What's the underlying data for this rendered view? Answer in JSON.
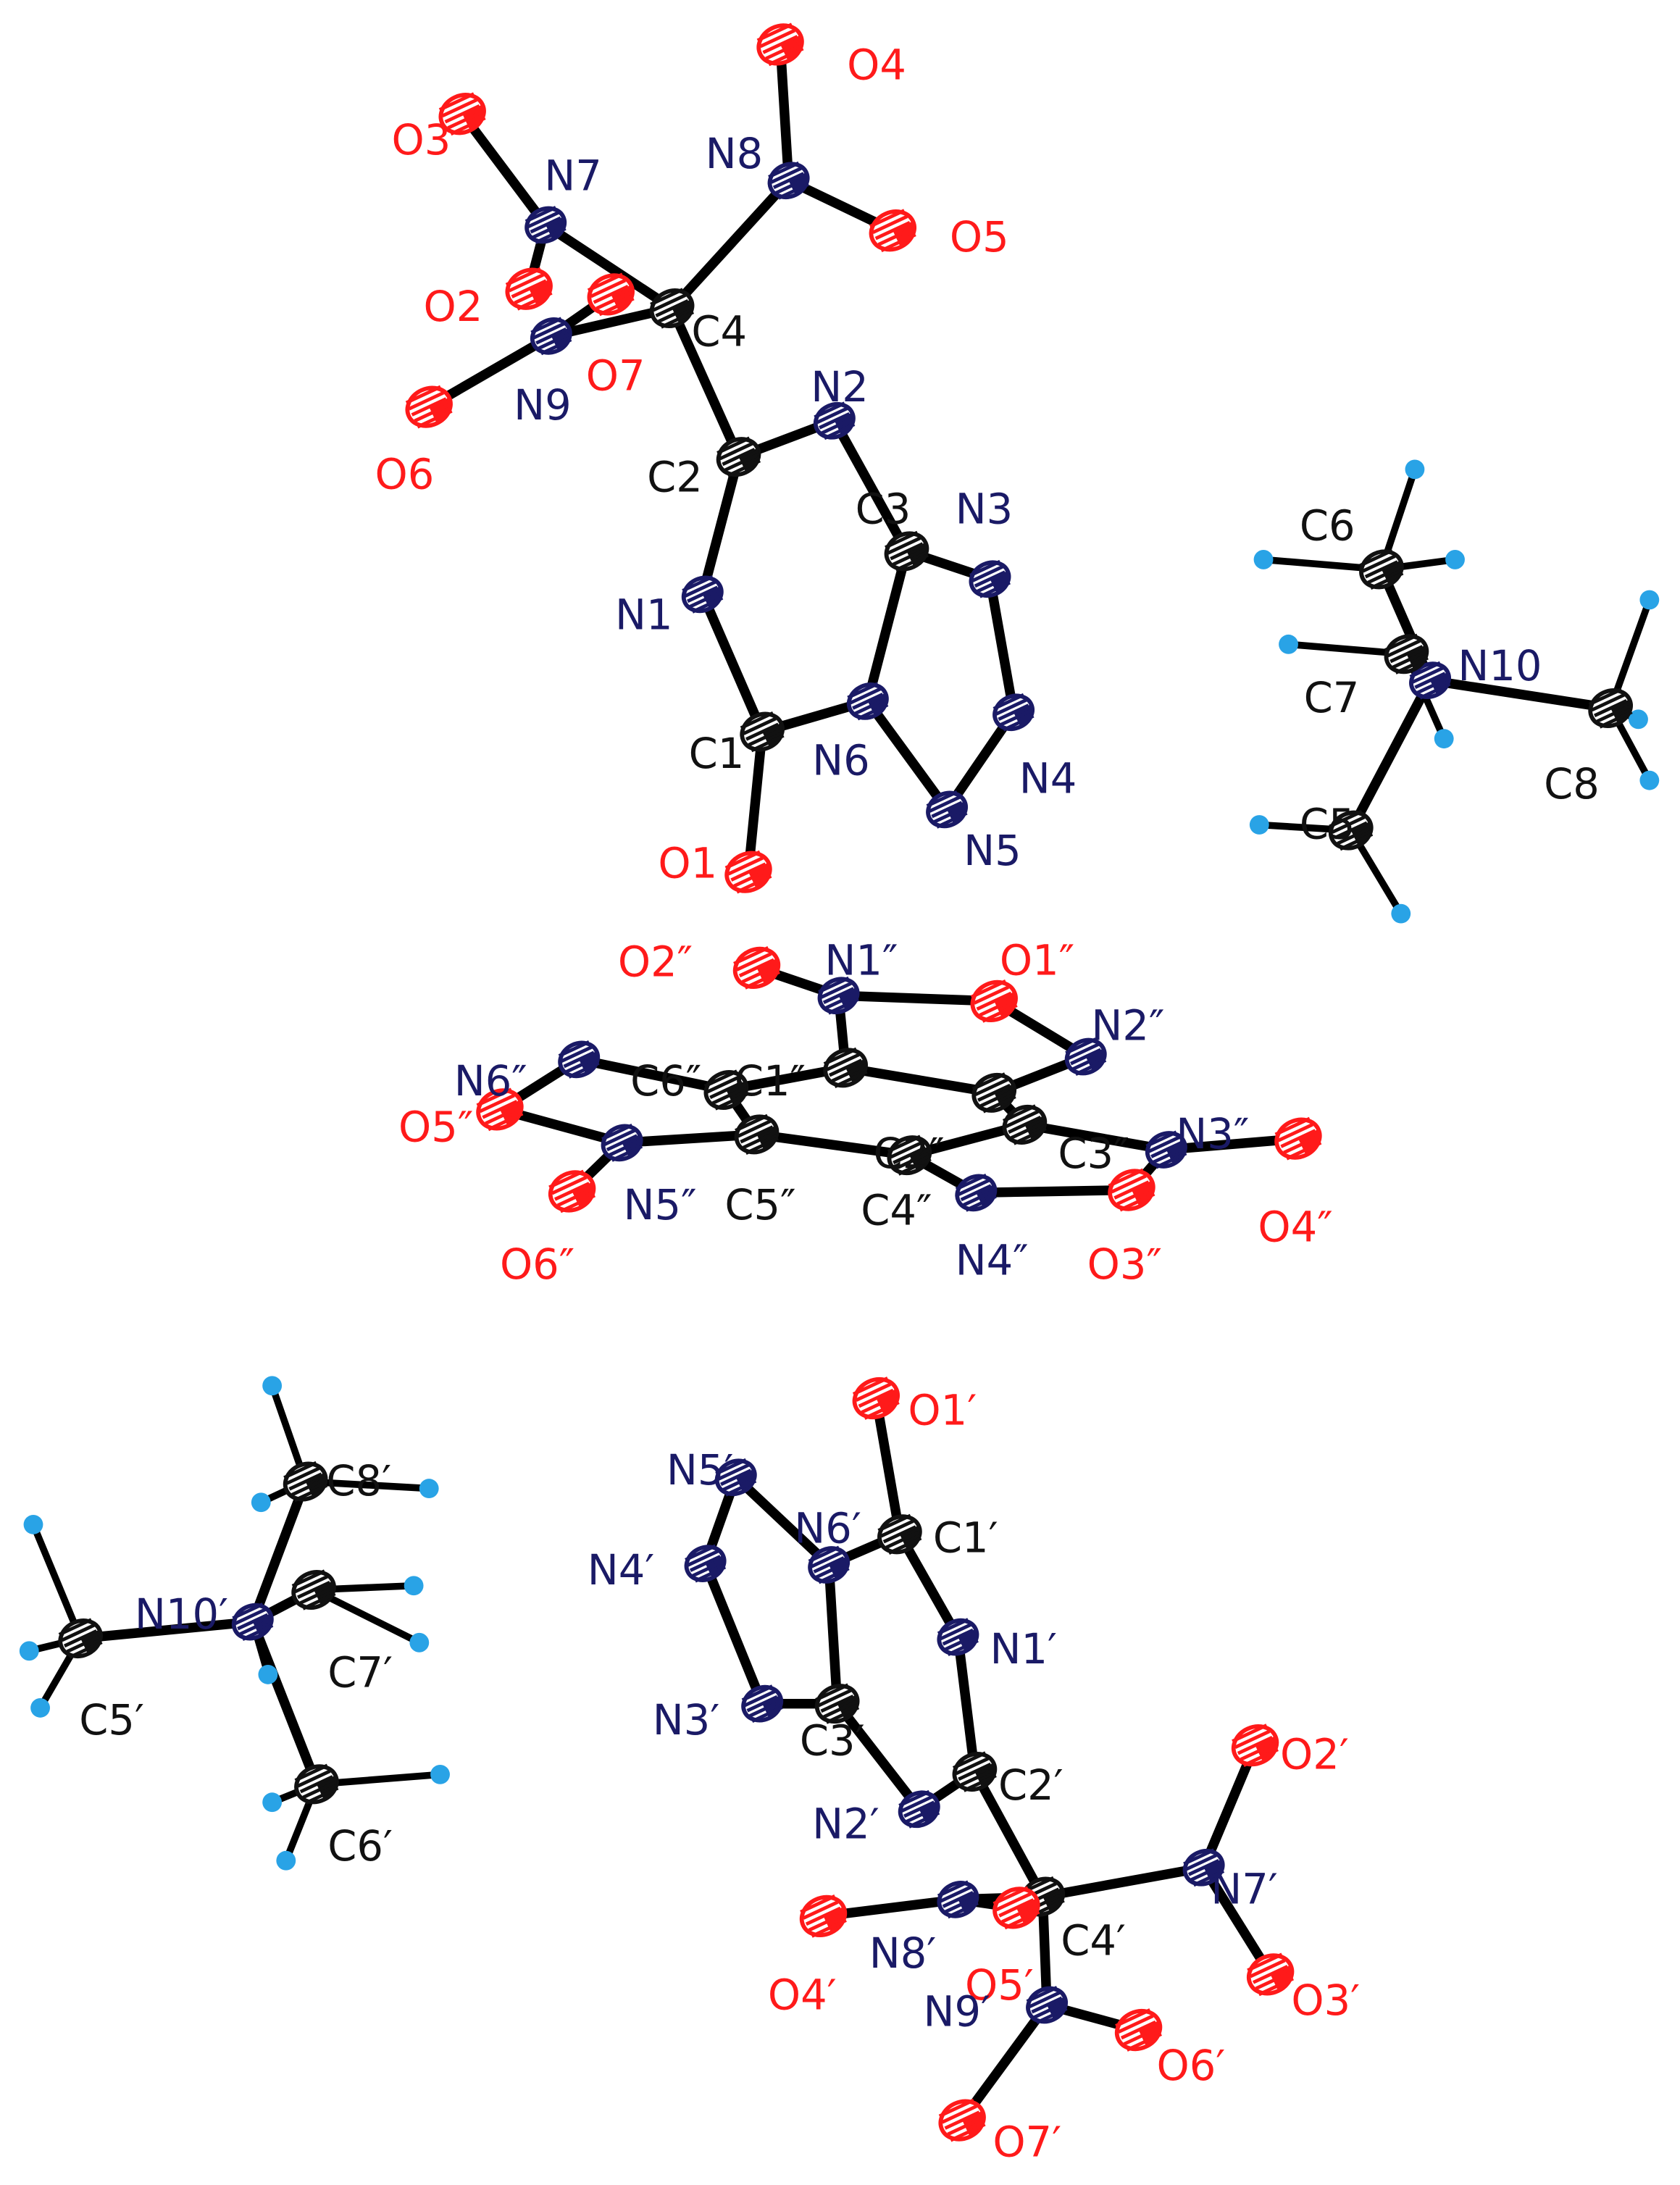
{
  "colors": {
    "oxygen": "#ff1a1a",
    "nitrogen": "#1a1a66",
    "carbon": "#111111",
    "hydrogen": "#29a3e6",
    "bond": "#000000"
  },
  "atoms": [
    {
      "id": "O4",
      "el": "O"
    },
    {
      "id": "O3",
      "el": "O"
    },
    {
      "id": "N8",
      "el": "N"
    },
    {
      "id": "N7",
      "el": "N"
    },
    {
      "id": "O5",
      "el": "O"
    },
    {
      "id": "O2",
      "el": "O"
    },
    {
      "id": "O7",
      "el": "O"
    },
    {
      "id": "C4",
      "el": "C"
    },
    {
      "id": "N9",
      "el": "N"
    },
    {
      "id": "O6",
      "el": "O"
    },
    {
      "id": "N2",
      "el": "N"
    },
    {
      "id": "C2",
      "el": "C"
    },
    {
      "id": "C3",
      "el": "C"
    },
    {
      "id": "N3",
      "el": "N"
    },
    {
      "id": "N1",
      "el": "N"
    },
    {
      "id": "C1",
      "el": "C"
    },
    {
      "id": "N6",
      "el": "N"
    },
    {
      "id": "N4",
      "el": "N"
    },
    {
      "id": "N5",
      "el": "N"
    },
    {
      "id": "O1",
      "el": "O"
    },
    {
      "id": "C6",
      "el": "C"
    },
    {
      "id": "N10",
      "el": "N"
    },
    {
      "id": "C7",
      "el": "C"
    },
    {
      "id": "C8",
      "el": "C"
    },
    {
      "id": "C5",
      "el": "C"
    },
    {
      "id": "O2″",
      "el": "O"
    },
    {
      "id": "N1″",
      "el": "N"
    },
    {
      "id": "O1″",
      "el": "O"
    },
    {
      "id": "N2″",
      "el": "N"
    },
    {
      "id": "N6″",
      "el": "N"
    },
    {
      "id": "C6″",
      "el": "C"
    },
    {
      "id": "C1″",
      "el": "C"
    },
    {
      "id": "O5″",
      "el": "O"
    },
    {
      "id": "C2″",
      "el": "C"
    },
    {
      "id": "C3″",
      "el": "C"
    },
    {
      "id": "N3″",
      "el": "N"
    },
    {
      "id": "O4″",
      "el": "O"
    },
    {
      "id": "N5″",
      "el": "N"
    },
    {
      "id": "C5″",
      "el": "C"
    },
    {
      "id": "C4″",
      "el": "C"
    },
    {
      "id": "N4″",
      "el": "N"
    },
    {
      "id": "O3″",
      "el": "O"
    },
    {
      "id": "O6″",
      "el": "O"
    },
    {
      "id": "O1′",
      "el": "O"
    },
    {
      "id": "N5′",
      "el": "N"
    },
    {
      "id": "C8′",
      "el": "C"
    },
    {
      "id": "N6′",
      "el": "N"
    },
    {
      "id": "C1′",
      "el": "C"
    },
    {
      "id": "N4′",
      "el": "N"
    },
    {
      "id": "N10′",
      "el": "N"
    },
    {
      "id": "C7′",
      "el": "C"
    },
    {
      "id": "N1′",
      "el": "N"
    },
    {
      "id": "C5′",
      "el": "C"
    },
    {
      "id": "N3′",
      "el": "N"
    },
    {
      "id": "C3′",
      "el": "C"
    },
    {
      "id": "C2′",
      "el": "C"
    },
    {
      "id": "O2′",
      "el": "O"
    },
    {
      "id": "C6′",
      "el": "C"
    },
    {
      "id": "N2′",
      "el": "N"
    },
    {
      "id": "N7′",
      "el": "N"
    },
    {
      "id": "C4′",
      "el": "C"
    },
    {
      "id": "N8′",
      "el": "N"
    },
    {
      "id": "O5′",
      "el": "O"
    },
    {
      "id": "O4′",
      "el": "O"
    },
    {
      "id": "O3′",
      "el": "O"
    },
    {
      "id": "N9′",
      "el": "N"
    },
    {
      "id": "O6′",
      "el": "O"
    },
    {
      "id": "O7′",
      "el": "O"
    }
  ],
  "bonds": [
    [
      "O4",
      "N8"
    ],
    [
      "N8",
      "O5"
    ],
    [
      "N8",
      "C4"
    ],
    [
      "O3",
      "N7"
    ],
    [
      "N7",
      "O2"
    ],
    [
      "N7",
      "C4"
    ],
    [
      "C4",
      "N9"
    ],
    [
      "N9",
      "O6"
    ],
    [
      "N9",
      "O7"
    ],
    [
      "C4",
      "C2"
    ],
    [
      "C2",
      "N2"
    ],
    [
      "C2",
      "N1"
    ],
    [
      "N2",
      "C3"
    ],
    [
      "C3",
      "N3"
    ],
    [
      "C3",
      "N6"
    ],
    [
      "N3",
      "N4"
    ],
    [
      "N4",
      "N5"
    ],
    [
      "N5",
      "N6"
    ],
    [
      "N6",
      "C1"
    ],
    [
      "C1",
      "N1"
    ],
    [
      "C1",
      "O1"
    ],
    [
      "C6",
      "N10"
    ],
    [
      "C7",
      "N10"
    ],
    [
      "N10",
      "C8"
    ],
    [
      "C5",
      "N10"
    ],
    [
      "O2″",
      "N1″"
    ],
    [
      "N1″",
      "O1″"
    ],
    [
      "O1″",
      "N2″"
    ],
    [
      "N1″",
      "C1″"
    ],
    [
      "N2″",
      "C2″"
    ],
    [
      "C1″",
      "C2″"
    ],
    [
      "C1″",
      "C6″"
    ],
    [
      "C6″",
      "N6″"
    ],
    [
      "N6″",
      "O5″"
    ],
    [
      "O5″",
      "N5″"
    ],
    [
      "N5″",
      "O6″"
    ],
    [
      "N5″",
      "C5″"
    ],
    [
      "C6″",
      "C5″"
    ],
    [
      "C5″",
      "C4″"
    ],
    [
      "C4″",
      "C3″"
    ],
    [
      "C2″",
      "C3″"
    ],
    [
      "C3″",
      "N3″"
    ],
    [
      "N3″",
      "O4″"
    ],
    [
      "N3″",
      "O3″"
    ],
    [
      "O3″",
      "N4″"
    ],
    [
      "N4″",
      "C4″"
    ],
    [
      "O1′",
      "C1′"
    ],
    [
      "C1′",
      "N6′"
    ],
    [
      "C1′",
      "N1′"
    ],
    [
      "N6′",
      "N5′"
    ],
    [
      "N5′",
      "N4′"
    ],
    [
      "N4′",
      "N3′"
    ],
    [
      "N3′",
      "C3′"
    ],
    [
      "C3′",
      "N6′"
    ],
    [
      "C3′",
      "N2′"
    ],
    [
      "N2′",
      "C2′"
    ],
    [
      "C2′",
      "N1′"
    ],
    [
      "C2′",
      "C4′"
    ],
    [
      "C4′",
      "N7′"
    ],
    [
      "N7′",
      "O2′"
    ],
    [
      "N7′",
      "O3′"
    ],
    [
      "C4′",
      "N8′"
    ],
    [
      "N8′",
      "O4′"
    ],
    [
      "N8′",
      "O5′"
    ],
    [
      "C4′",
      "N9′"
    ],
    [
      "N9′",
      "O6′"
    ],
    [
      "N9′",
      "O7′"
    ],
    [
      "C5′",
      "N10′"
    ],
    [
      "N10′",
      "C8′"
    ],
    [
      "N10′",
      "C7′"
    ],
    [
      "N10′",
      "C6′"
    ]
  ]
}
